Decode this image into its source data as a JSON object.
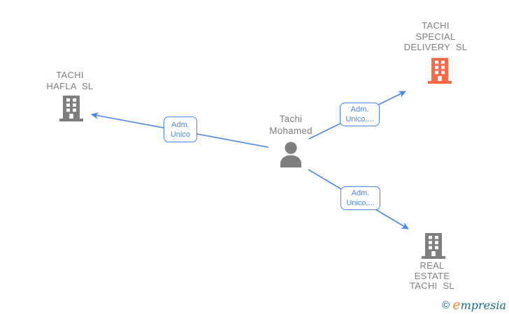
{
  "diagram": {
    "nodes": {
      "person": {
        "type": "person",
        "label_lines": [
          "Tachi",
          "Mohamed"
        ]
      },
      "company_hafla": {
        "type": "company",
        "label_lines": [
          "TACHI",
          "HAFLA SL"
        ],
        "highlighted": false
      },
      "company_special": {
        "type": "company",
        "label_lines": [
          "TACHI",
          "SPECIAL",
          "DELIVERY SL"
        ],
        "highlighted": true
      },
      "company_real_estate": {
        "type": "company",
        "label_lines": [
          "REAL",
          "ESTATE",
          "TACHI SL"
        ],
        "highlighted": false
      }
    },
    "edges": [
      {
        "from": "person",
        "to": "company_hafla",
        "label_lines": [
          "Adm.",
          "Unico"
        ]
      },
      {
        "from": "person",
        "to": "company_special",
        "label_lines": [
          "Adm.",
          "Unico,..."
        ]
      },
      {
        "from": "person",
        "to": "company_real_estate",
        "label_lines": [
          "Adm.",
          "Unico,..."
        ]
      }
    ]
  },
  "watermark": {
    "copyright_symbol": "©",
    "brand_first_letter": "e",
    "brand_rest": "mpresia"
  },
  "colors": {
    "edge_blue": "#4a86e8",
    "node_gray": "#7e7e7e",
    "highlight_orange": "#fa6a47",
    "brand_teal": "#156e7f",
    "brand_orange": "#ee8a26"
  }
}
